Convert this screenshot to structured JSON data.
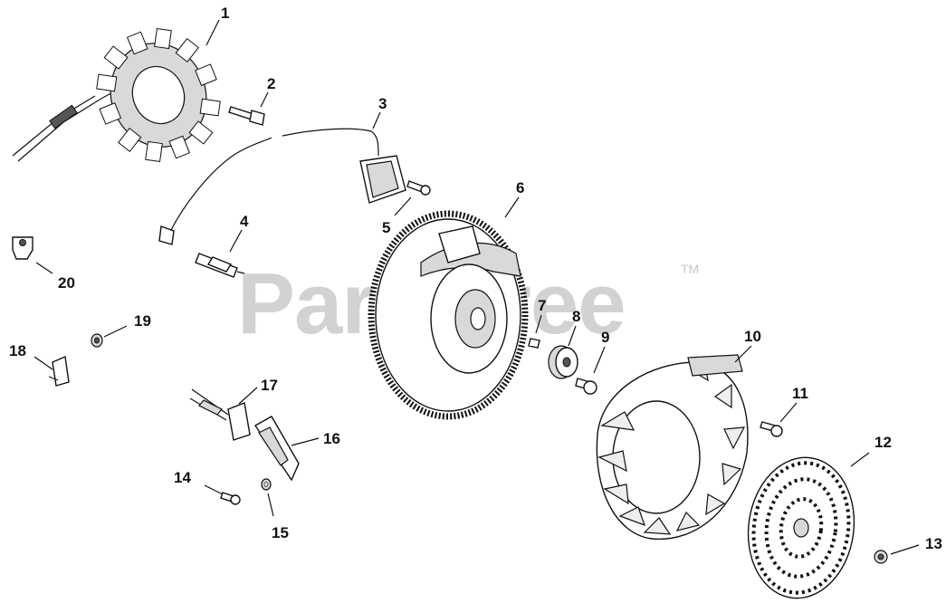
{
  "watermark": {
    "text": "PartsTree",
    "trademark": "TM"
  },
  "callouts": [
    "1",
    "2",
    "3",
    "4",
    "5",
    "6",
    "7",
    "8",
    "9",
    "10",
    "11",
    "12",
    "13",
    "14",
    "15",
    "16",
    "17",
    "18",
    "19",
    "20"
  ]
}
